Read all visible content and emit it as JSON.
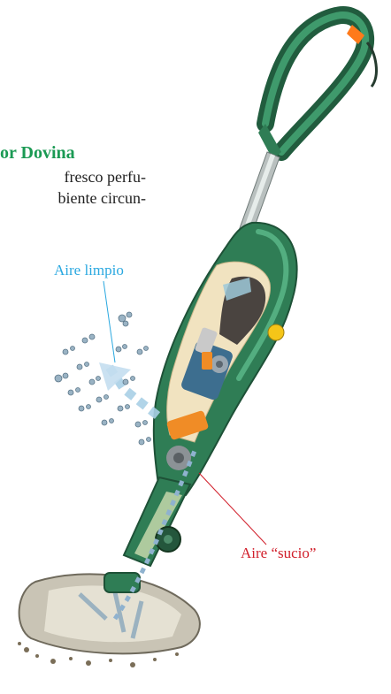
{
  "heading": "or Dovina",
  "body_lines": [
    "fresco perfu-",
    "biente circun-"
  ],
  "labels": {
    "clean_air": "Aire limpio",
    "dirty_air": "Aire “sucio”"
  },
  "colors": {
    "heading": "#1b9a54",
    "clean_air": "#2aa8e0",
    "dirty_air": "#d11f2b",
    "vacuum_body": "#2f7d55"
  }
}
